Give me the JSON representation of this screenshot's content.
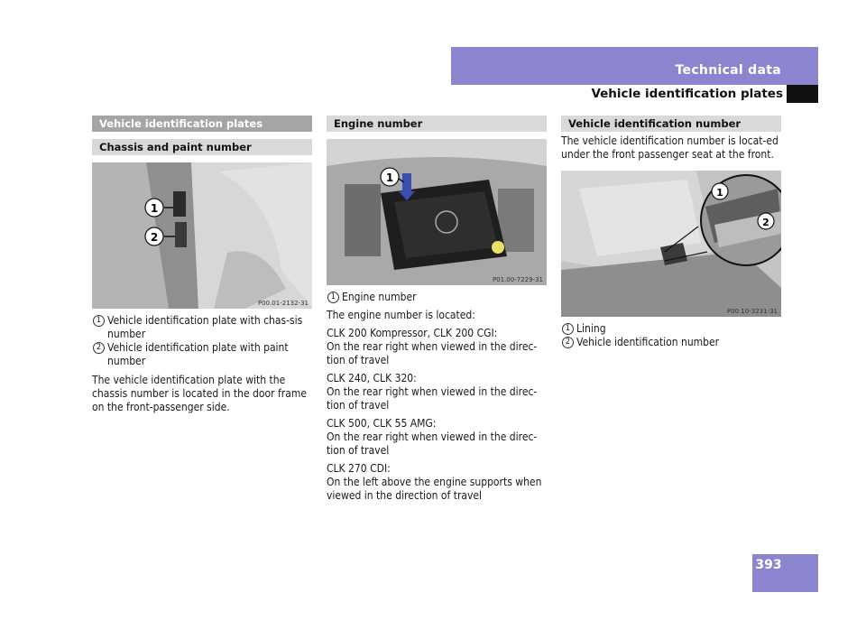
{
  "header": {
    "section": "Technical data",
    "title": "Vehicle identification plates",
    "page_number": "393"
  },
  "col1": {
    "bar": "Vehicle identification plates",
    "subbar": "Chassis and paint number",
    "figure_code": "P00.01-2132-31",
    "captions": [
      {
        "num": "1",
        "text": "Vehicle identification plate with chas-sis number"
      },
      {
        "num": "2",
        "text": "Vehicle identification plate with paint number"
      }
    ],
    "body": "The vehicle identification plate with the chassis number is located in the door frame on the front-passenger side."
  },
  "col2": {
    "bar": "Engine number",
    "figure_code": "P01.00-7229-31",
    "captions": [
      {
        "num": "1",
        "text": "Engine number"
      }
    ],
    "intro": "The engine number is located:",
    "entries": [
      {
        "model": "CLK 200 Kompressor, CLK 200 CGI:",
        "location": "On the rear right when viewed in the direc-tion of travel"
      },
      {
        "model": "CLK 240, CLK 320:",
        "location": "On the rear right when viewed in the direc-tion of travel"
      },
      {
        "model": "CLK 500, CLK 55 AMG:",
        "location": "On the rear right when viewed in the direc-tion of travel"
      },
      {
        "model": "CLK 270 CDI:",
        "location": "On the left above the engine supports when viewed in the direction of travel"
      }
    ]
  },
  "col3": {
    "bar": "Vehicle identification number",
    "body": "The vehicle identification number is locat-ed under the front passenger seat at the front.",
    "figure_code": "P00.10-3231-31",
    "captions": [
      {
        "num": "1",
        "text": "Lining"
      },
      {
        "num": "2",
        "text": "Vehicle identification number"
      }
    ]
  }
}
